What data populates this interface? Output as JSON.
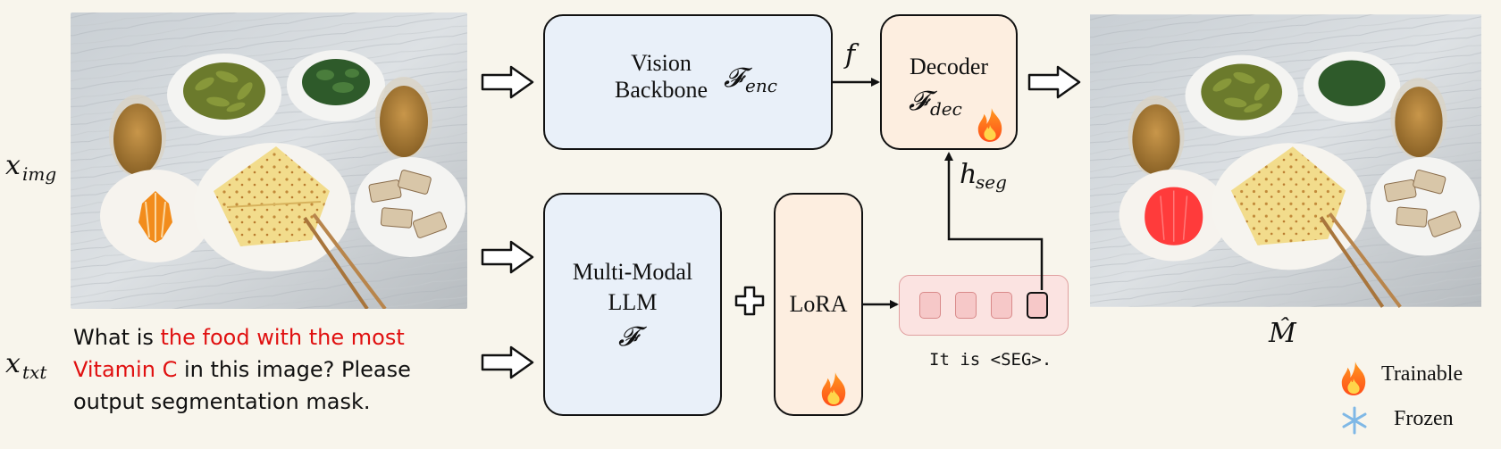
{
  "inputs": {
    "image_label": "x_img",
    "text_label": "x_txt"
  },
  "query": {
    "prefix": "What is ",
    "highlight": "the food with the most Vitamin C",
    "suffix": " in this image? Please output segmentation mask."
  },
  "modules": {
    "vision_backbone": {
      "line1": "Vision",
      "line2": "Backbone",
      "symbol": "F_enc"
    },
    "decoder": {
      "title": "Decoder",
      "symbol": "F_dec",
      "trainable": true
    },
    "llm": {
      "line1": "Multi-Modal",
      "line2": "LLM",
      "symbol": "F"
    },
    "lora": {
      "title": "LoRA",
      "trainable": true
    }
  },
  "signals": {
    "feature": "f",
    "hidden": "h_seg",
    "output_mask": "M̂"
  },
  "output_text": "It is <SEG>.",
  "legend": {
    "trainable": "Trainable",
    "frozen": "Frozen"
  },
  "colors": {
    "frozen_fill": "#e9f0f9",
    "trainable_fill": "#fdeee0",
    "highlight_text": "#e01010",
    "token_fill": "#f6c8c8"
  },
  "icons": [
    "fire-icon",
    "snowflake-icon",
    "plus-icon",
    "hollow-arrow-icon"
  ]
}
